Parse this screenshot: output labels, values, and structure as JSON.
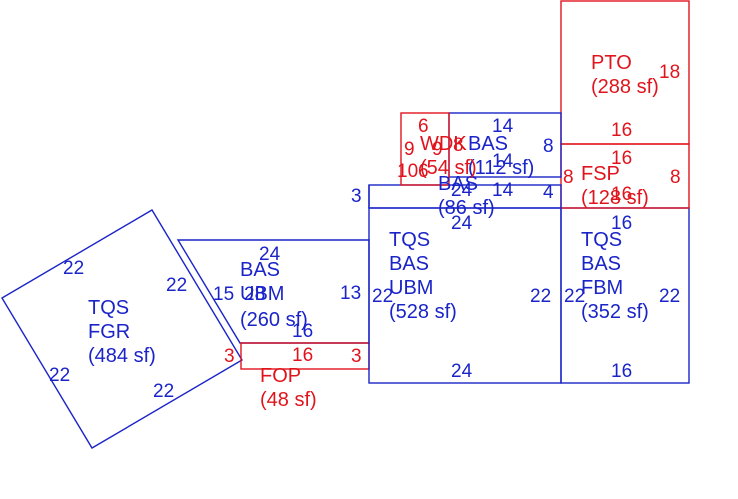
{
  "colors": {
    "structure": "#1a24c8",
    "addition": "#e0141c",
    "background": "#ffffff"
  },
  "areas": {
    "garage": {
      "l1": "TQS",
      "l2": "FGR",
      "l3": "(484 sf)"
    },
    "left": {
      "l1": "BAS",
      "l2": "UBM",
      "l3": "(260 sf)"
    },
    "center": {
      "l1": "TQS",
      "l2": "BAS",
      "l3": "UBM",
      "l4": "(528 sf)"
    },
    "right": {
      "l1": "TQS",
      "l2": "BAS",
      "l3": "FBM",
      "l4": "(352 sf)"
    },
    "pto": {
      "l1": "PTO",
      "l2": "(288 sf)"
    },
    "fsp": {
      "l1": "FSP",
      "l2": "(128 sf)"
    },
    "bas_top": {
      "l1": "BAS",
      "l2": "(112 sf)"
    },
    "bas_mid": {
      "l1": "BAS",
      "l2": "(86 sf)"
    },
    "wdk": {
      "l1": "WDK",
      "l2": "(54 sf)"
    },
    "fop": {
      "l1": "FOP",
      "l2": "(48 sf)"
    }
  },
  "dimensions": {
    "g_top": "22",
    "g_right": "22",
    "g_left": "22",
    "g_bottom": "22",
    "l_top": "24",
    "l_side": "15",
    "l_side_b": "28",
    "l_bottom": "16",
    "l_right": "13",
    "c_left": "22",
    "c_right": "22",
    "c_top": "24",
    "c_bottom": "24",
    "r_left": "22",
    "r_right": "22",
    "r_top": "16",
    "r_bottom": "16",
    "pto_side": "18",
    "pto_bottom": "16",
    "fsp_top": "16",
    "fsp_left": "8",
    "fsp_right": "8",
    "fsp_bottom": "16",
    "bt_top": "14",
    "bt_right": "8",
    "bt_bottom": "14",
    "bm_bottom": "14",
    "bm_right": "4",
    "bm_left": "3",
    "bm_top": "24",
    "w_top": "6",
    "w_left": "9",
    "w_mid": "9",
    "w_mid2": "8",
    "w_bottom": "10",
    "w_bottom2": "6",
    "fop_left": "3",
    "fop_top": "16",
    "fop_right": "3"
  }
}
